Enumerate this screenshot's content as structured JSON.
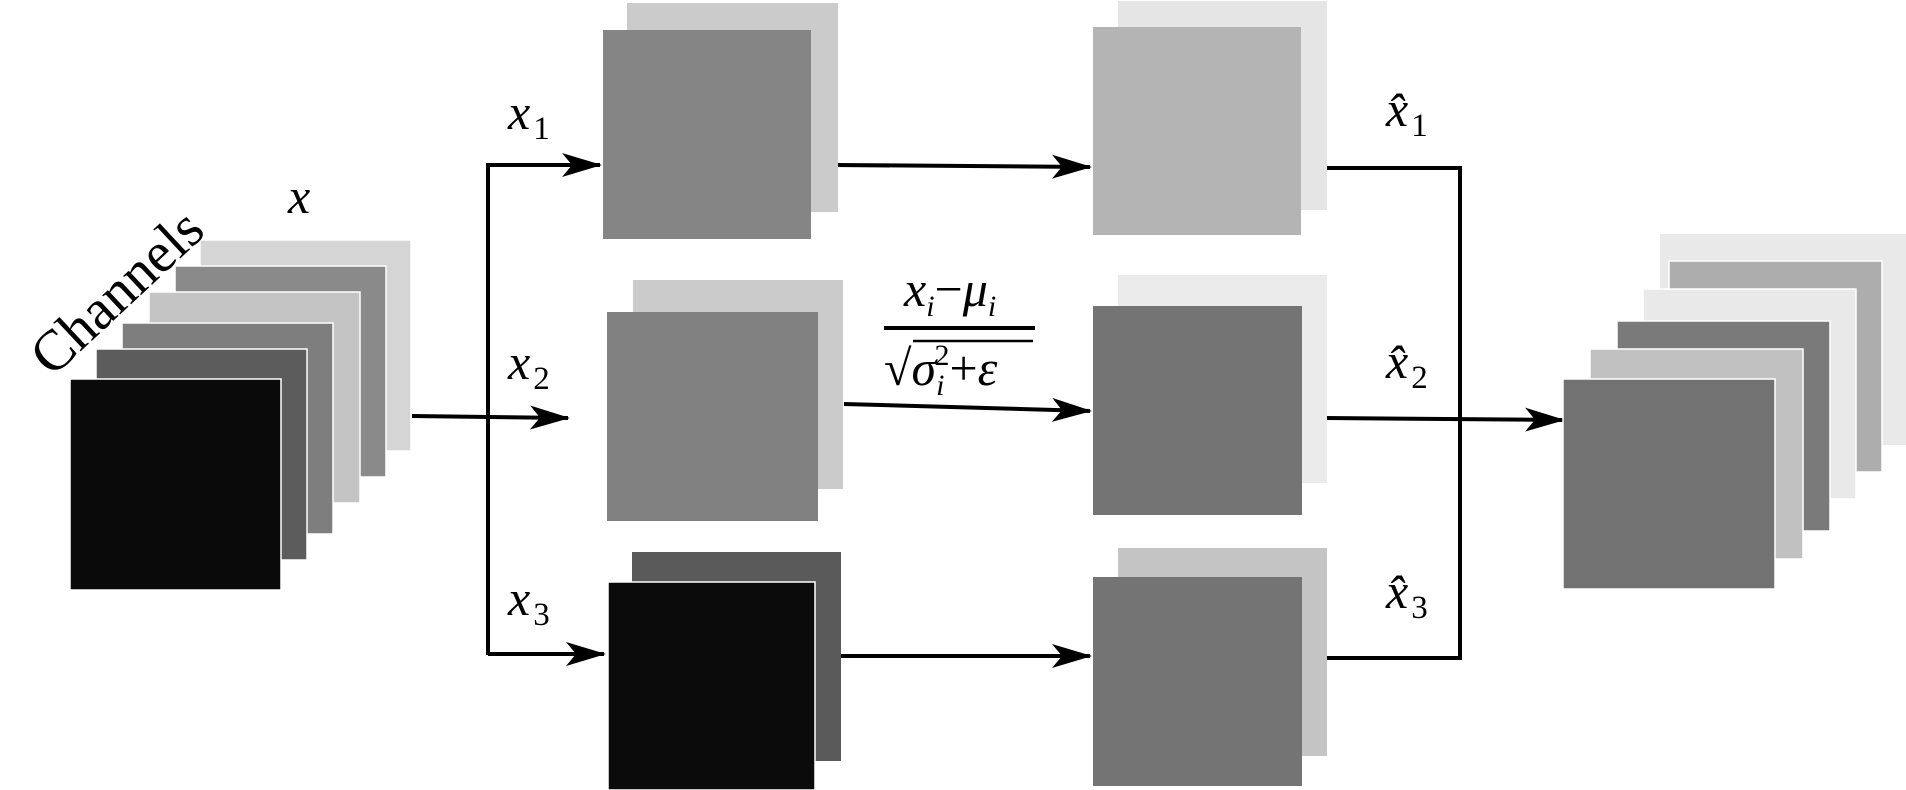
{
  "input": {
    "axis_label": "Channels",
    "tensor_label": "x"
  },
  "branches": [
    {
      "label": "x",
      "sub": "1",
      "out_label": "x̂",
      "out_sub": "1"
    },
    {
      "label": "x",
      "sub": "2",
      "out_label": "x̂",
      "out_sub": "2"
    },
    {
      "label": "x",
      "sub": "3",
      "out_label": "x̂",
      "out_sub": "3"
    }
  ],
  "formula": {
    "num_var": "x",
    "num_var_sub": "i",
    "num_minus": "−",
    "num_mu": "μ",
    "num_mu_sub": "i",
    "den_radical": "√",
    "den_sigma": "σ",
    "den_sigma_sub": "i",
    "den_sigma_sup": "2",
    "den_plus": "+",
    "den_eps": "ε"
  }
}
